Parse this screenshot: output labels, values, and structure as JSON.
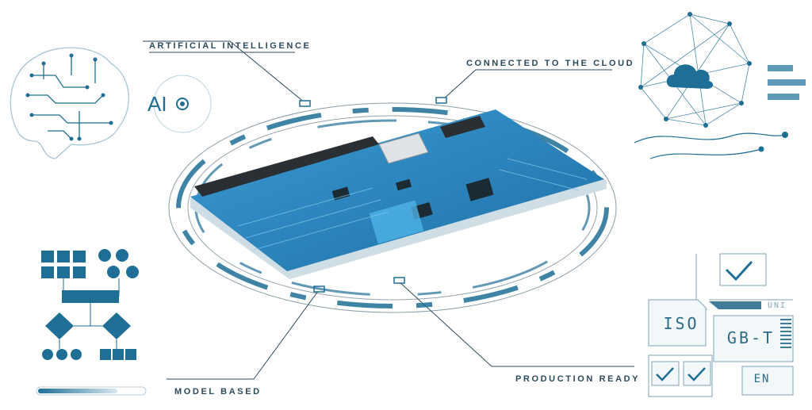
{
  "labels": {
    "ai_title": "ARTIFICIAL INTELLIGENCE",
    "cloud_title": "CONNECTED TO THE CLOUD",
    "model_title": "MODEL BASED",
    "production_title": "PRODUCTION READY"
  },
  "ai_badge": "AI",
  "standards": {
    "uni": "UNI",
    "iso": "ISO",
    "gbt": "GB-T",
    "en": "EN"
  },
  "colors": {
    "accent": "#1f6e95",
    "pcb": "#2a86bf",
    "line": "#2b4a5c",
    "light": "#d9e8ef"
  },
  "icons": [
    "brain-circuit-icon",
    "ai-target-icon",
    "cloud-network-icon",
    "flowchart-icon",
    "check-icon",
    "pcb-board"
  ]
}
